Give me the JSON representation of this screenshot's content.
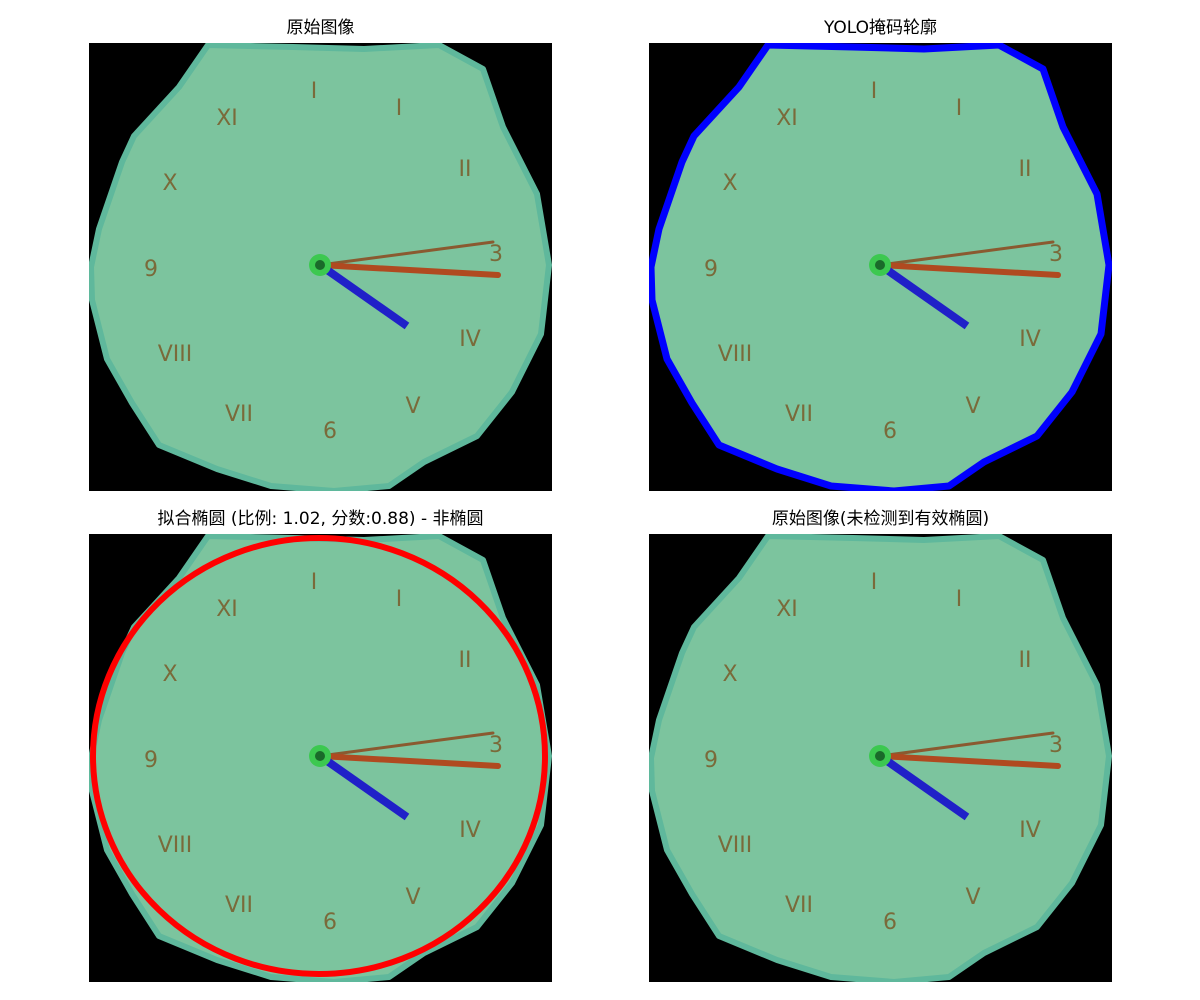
{
  "panels": [
    {
      "title": "原始图像",
      "overlay": "none"
    },
    {
      "title": "YOLO掩码轮廓",
      "overlay": "polygon"
    },
    {
      "title": "拟合椭圆 (比例: 1.02, 分数:0.88) - 非椭圆",
      "overlay": "ellipse"
    },
    {
      "title": "原始图像(未检测到有效椭圆)",
      "overlay": "none"
    }
  ],
  "clock": {
    "numerals": [
      "I",
      "I",
      "II",
      "3",
      "IV",
      "V",
      "6",
      "VII",
      "VIII",
      "9",
      "X",
      "XI"
    ],
    "face_color": "#7cc49e",
    "rim_color": "#5fb89c",
    "background_color": "#000000"
  },
  "colors": {
    "contour": "#0000ff",
    "ellipse": "#ff0000",
    "hour_hand": "#2020c8",
    "minute_hand": "#b04a20",
    "second_hand": "#8a5a30",
    "pivot": "#3cc850"
  }
}
